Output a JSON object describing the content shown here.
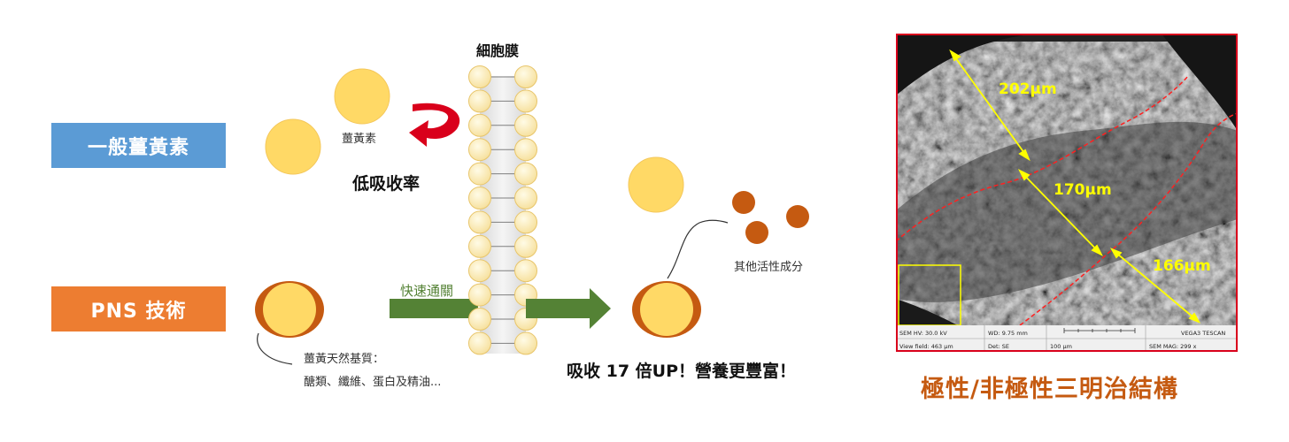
{
  "colors": {
    "tag_general": "#5b9bd5",
    "tag_pns": "#ed7d31",
    "curcumin": "#ffd966",
    "curcumin_edge": "#f4b942",
    "matrix": "#c55a11",
    "arrow_green": "#548235",
    "arrow_red": "#d9001b",
    "caption": "#c55a11",
    "sem_frame": "#d9001b",
    "sem_marker": "#ffff00",
    "sem_boundary": "#ff2020"
  },
  "tags": {
    "general": "一般薑黃素",
    "pns": "PNS 技術"
  },
  "membrane_title": "細胞膜",
  "curcumin_label": "薑黃素",
  "low_absorption": "低吸收率",
  "fast_pass": "快速通關",
  "other_actives": "其他活性成分",
  "matrix_label_line1": "薑黃天然基質：",
  "matrix_label_line2": "醣類、纖維、蛋白及精油...",
  "absorb_text": "吸收 17 倍UP！營養更豐富！",
  "sem": {
    "measurements": [
      "202μm",
      "170μm",
      "166μm"
    ],
    "info_row1": [
      "SEM HV: 30.0 kV",
      "WD: 9.75 mm",
      "",
      "VEGA3 TESCAN"
    ],
    "info_row2": [
      "View field: 463 μm",
      "Det: SE",
      "100 μm",
      "SEM MAG: 299 x"
    ]
  },
  "caption": "極性/非極性三明治結構"
}
